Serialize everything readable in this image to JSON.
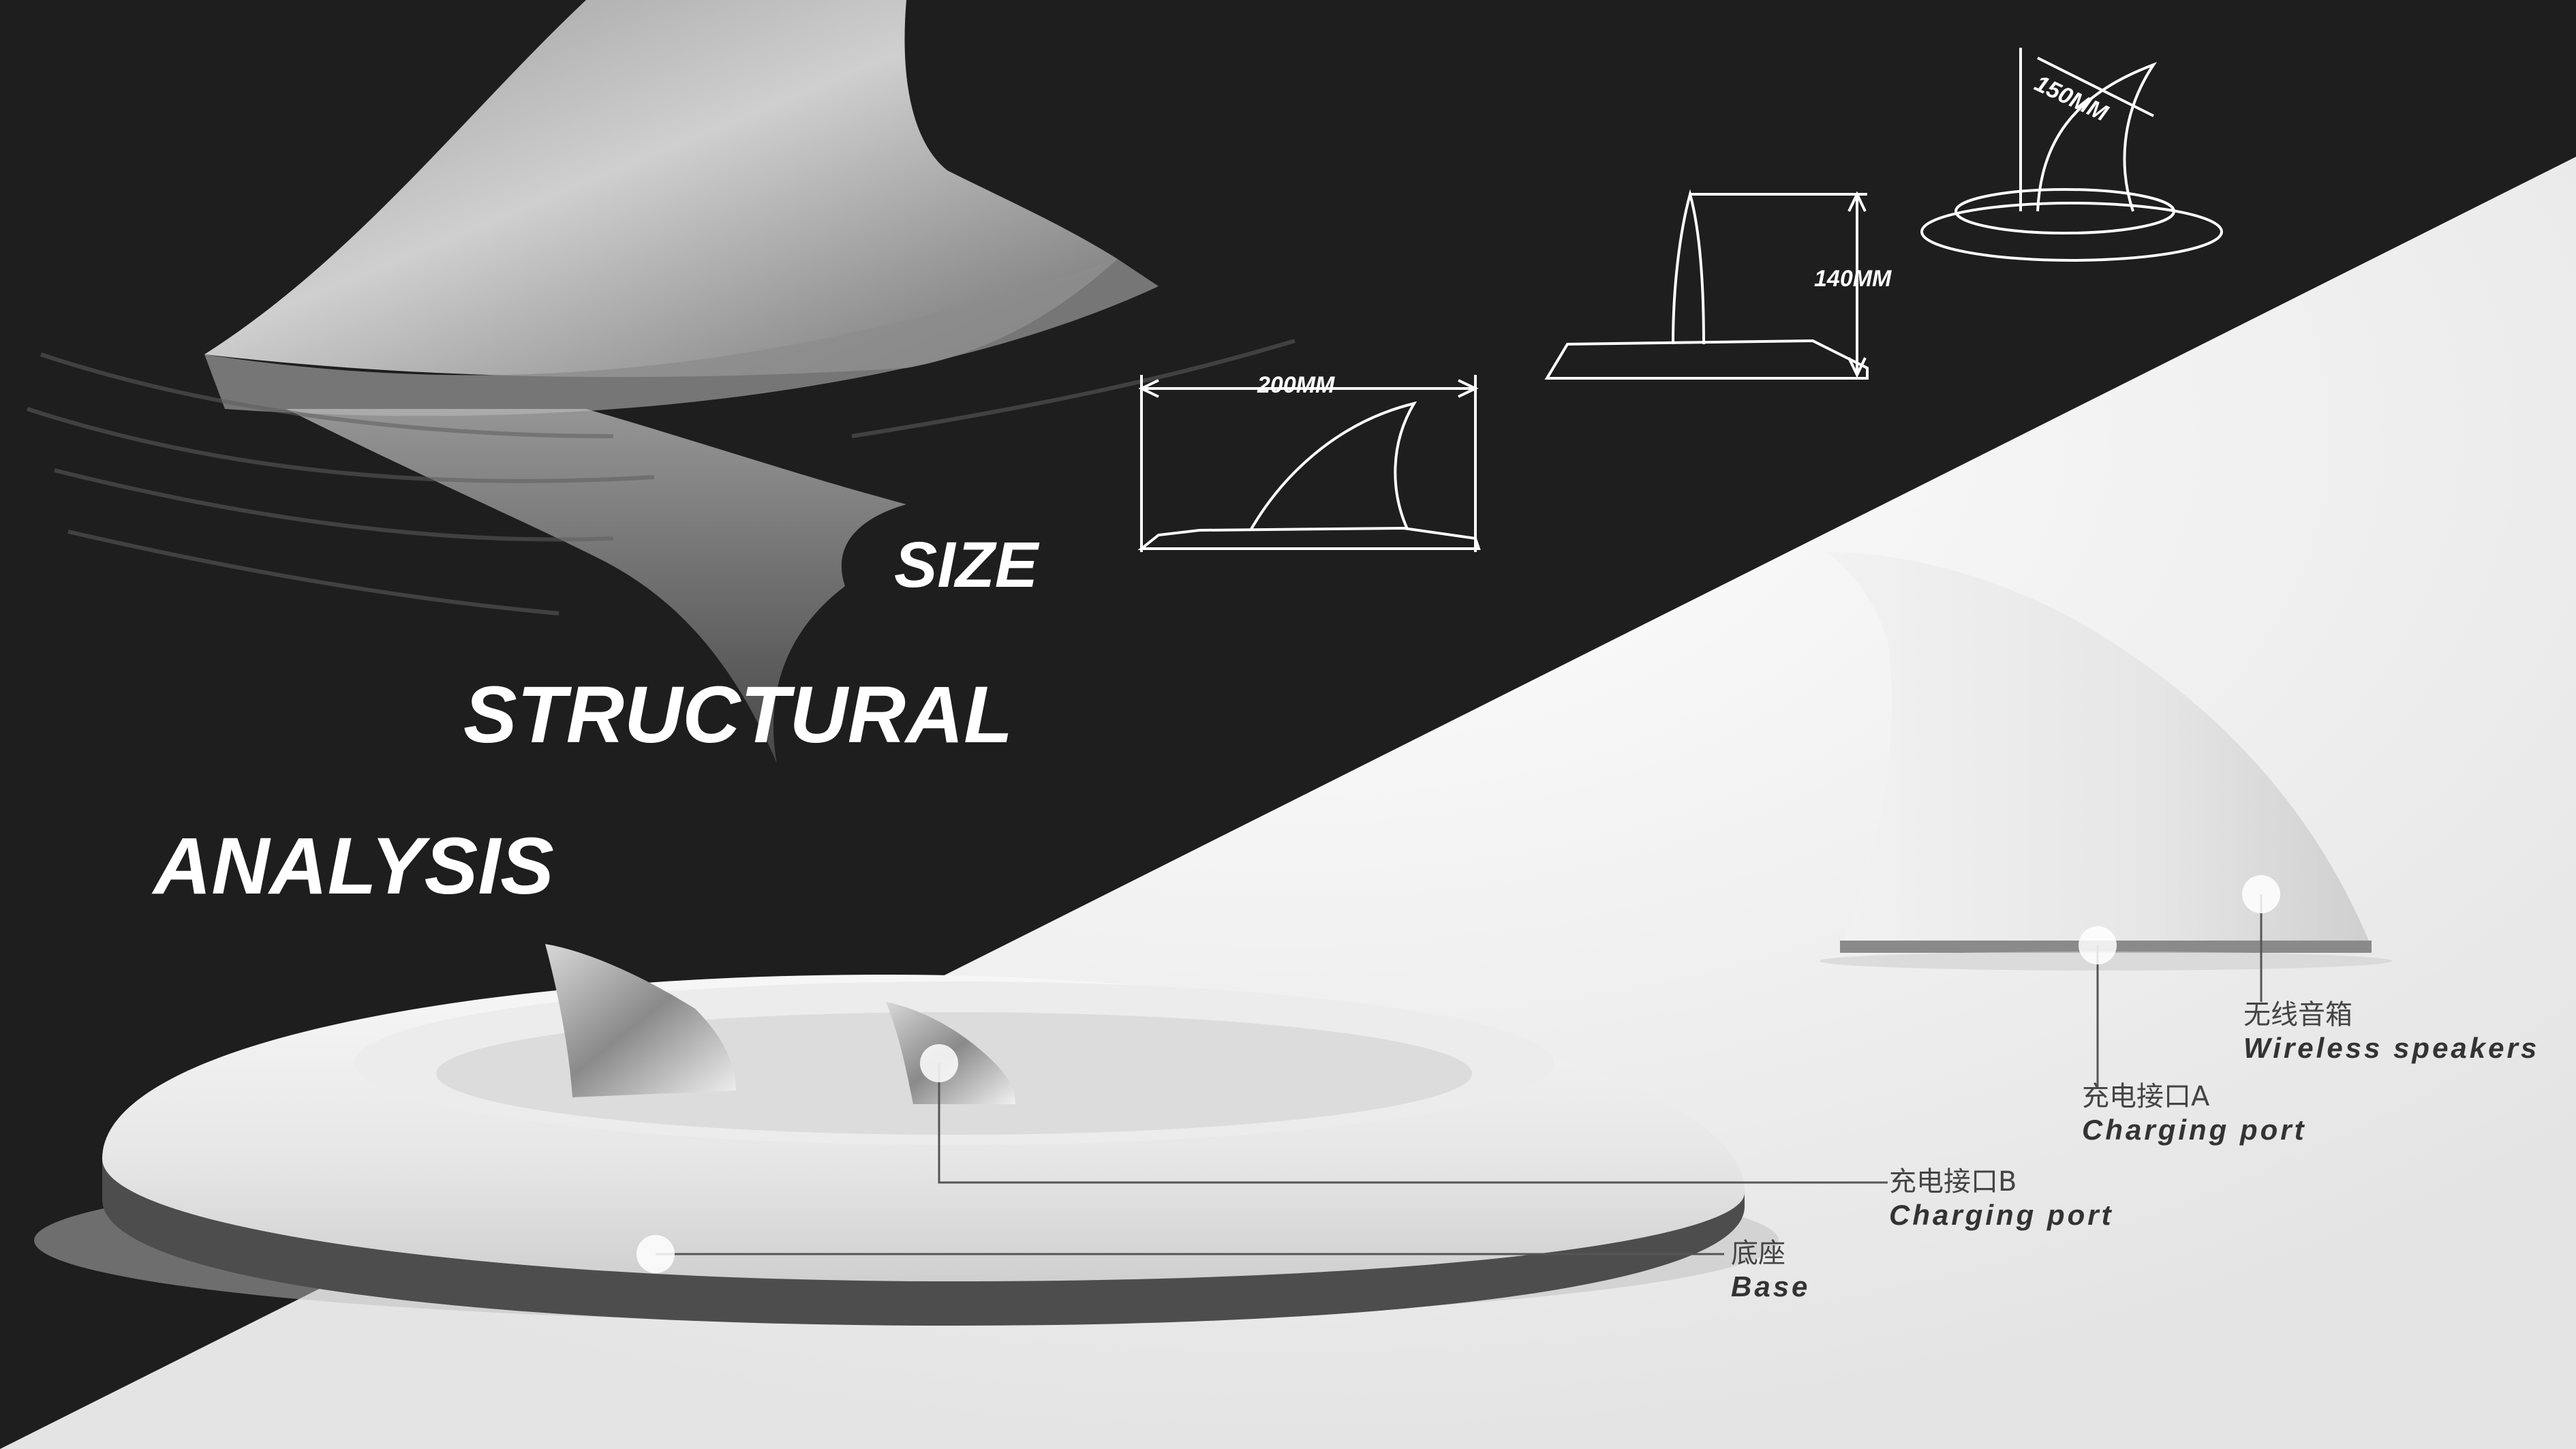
{
  "titles": {
    "size": "SIZE",
    "structural": "STRUCTURAL",
    "analysis": "ANALYSIS"
  },
  "dimensions": {
    "width": "200MM",
    "height": "140MM",
    "fin_length": "150MM"
  },
  "callouts": {
    "base": {
      "cn": "底座",
      "en": "Base"
    },
    "charging_b": {
      "cn": "充电接口B",
      "en": "Charging port"
    },
    "charging_a": {
      "cn": "充电接口A",
      "en": "Charging port"
    },
    "speaker": {
      "cn": "无线音箱",
      "en": "Wireless speakers"
    }
  },
  "colors": {
    "dark_background": "#1e1e1e",
    "light_background": "#ffffff",
    "title_text": "#ffffff",
    "callout_text": "#333333"
  }
}
